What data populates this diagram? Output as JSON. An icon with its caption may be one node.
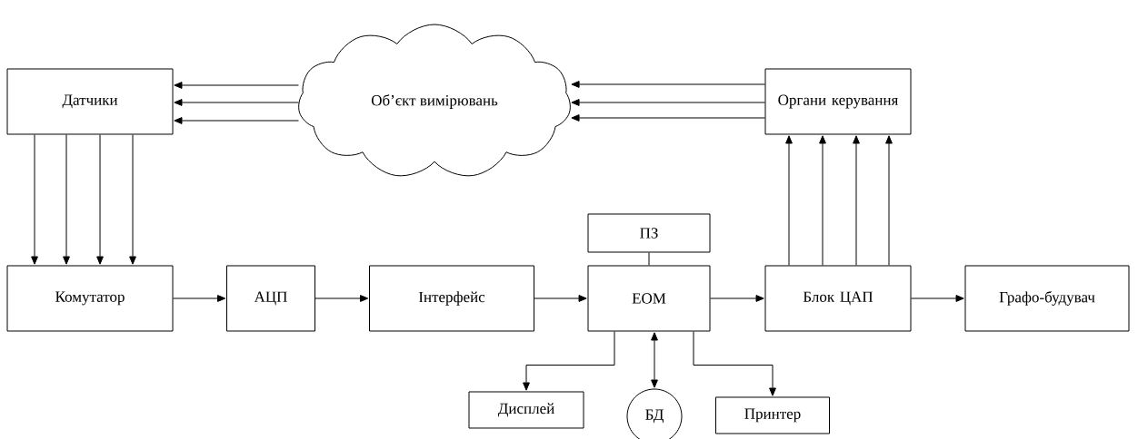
{
  "diagram": {
    "nodes": [
      {
        "text": [
          "Датчики"
        ]
      },
      {
        "text": [
          "Об’єкт вимірювань"
        ]
      },
      {
        "text": [
          "Органи керування"
        ]
      },
      {
        "text": [
          "Комутатор"
        ]
      },
      {
        "text": [
          "АЦП"
        ]
      },
      {
        "text": [
          "Інтерфейс"
        ]
      },
      {
        "text": [
          "ПЗ"
        ]
      },
      {
        "text": [
          "ЕОМ"
        ]
      },
      {
        "text": [
          "Блок ЦАП"
        ]
      },
      {
        "text": [
          "Графо-будувач"
        ]
      },
      {
        "text": [
          "Дисплей"
        ]
      },
      {
        "text": [
          "БД"
        ]
      },
      {
        "text": [
          "Принтер"
        ]
      }
    ],
    "edges": [
      {
        "from": 1,
        "to": 0,
        "arrow": "to"
      },
      {
        "from": 1,
        "to": 0,
        "arrow": "to"
      },
      {
        "from": 1,
        "to": 0,
        "arrow": "to"
      },
      {
        "from": 2,
        "to": 1,
        "arrow": "to"
      },
      {
        "from": 2,
        "to": 1,
        "arrow": "to"
      },
      {
        "from": 2,
        "to": 1,
        "arrow": "to"
      },
      {
        "from": 0,
        "to": 3,
        "arrow": "to"
      },
      {
        "from": 0,
        "to": 3,
        "arrow": "to"
      },
      {
        "from": 0,
        "to": 3,
        "arrow": "to"
      },
      {
        "from": 0,
        "to": 3,
        "arrow": "to"
      },
      {
        "from": 8,
        "to": 2,
        "arrow": "to"
      },
      {
        "from": 8,
        "to": 2,
        "arrow": "to"
      },
      {
        "from": 8,
        "to": 2,
        "arrow": "to"
      },
      {
        "from": 8,
        "to": 2,
        "arrow": "to"
      },
      {
        "from": 3,
        "to": 4,
        "arrow": "to"
      },
      {
        "from": 4,
        "to": 5,
        "arrow": "to"
      },
      {
        "from": 5,
        "to": 7,
        "arrow": "to"
      },
      {
        "from": 7,
        "to": 8,
        "arrow": "to"
      },
      {
        "from": 8,
        "to": 9,
        "arrow": "to"
      },
      {
        "from": 6,
        "to": 7,
        "arrow": "none"
      },
      {
        "from": 7,
        "to": 10,
        "arrow": "to"
      },
      {
        "from": 7,
        "to": 11,
        "arrow": "both"
      },
      {
        "from": 7,
        "to": 12,
        "arrow": "to"
      }
    ]
  }
}
